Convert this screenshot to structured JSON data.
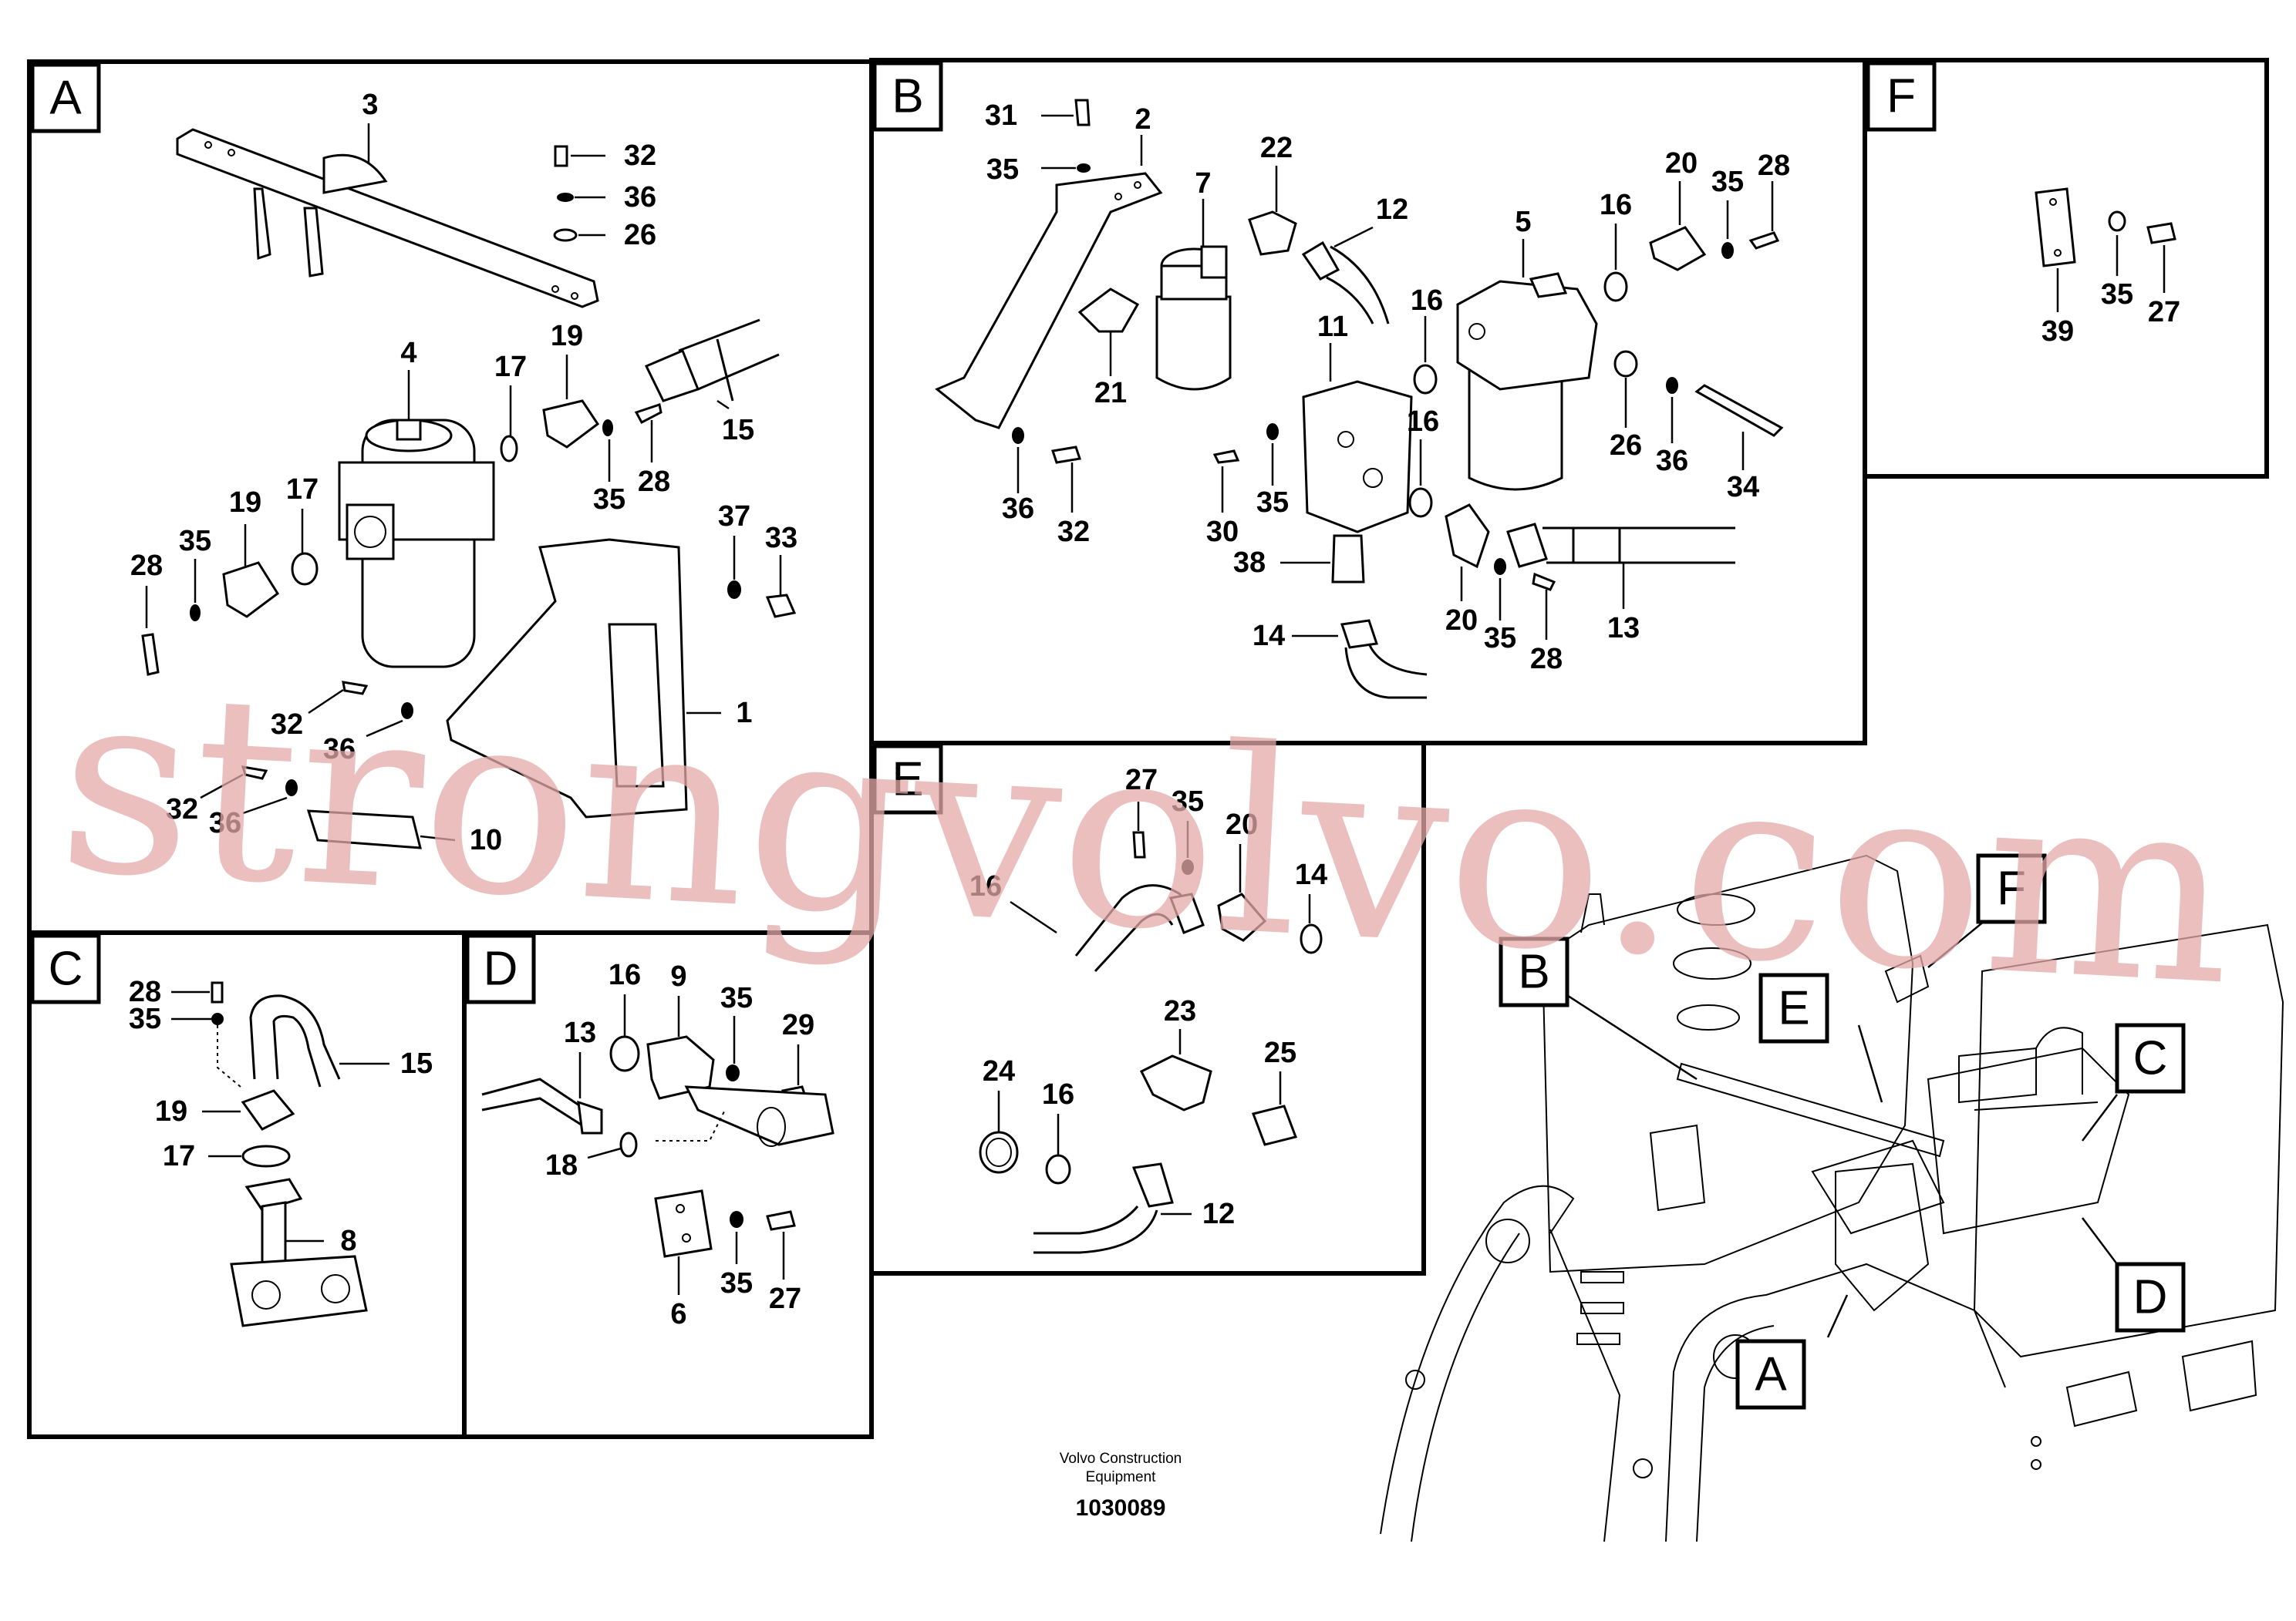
{
  "panels": {
    "A": {
      "label": "A",
      "numbers": [
        "3",
        "32",
        "36",
        "26",
        "4",
        "17",
        "19",
        "15",
        "35",
        "28",
        "19",
        "17",
        "35",
        "28",
        "37",
        "33",
        "32",
        "36",
        "1",
        "32",
        "36",
        "10"
      ]
    },
    "B": {
      "label": "B",
      "numbers": [
        "31",
        "2",
        "35",
        "7",
        "22",
        "12",
        "5",
        "16",
        "20",
        "35",
        "28",
        "16",
        "21",
        "11",
        "26",
        "36",
        "34",
        "36",
        "32",
        "30",
        "35",
        "16",
        "38",
        "20",
        "35",
        "28",
        "13",
        "14"
      ]
    },
    "C": {
      "label": "C",
      "numbers": [
        "28",
        "35",
        "19",
        "15",
        "17",
        "8"
      ]
    },
    "D": {
      "label": "D",
      "numbers": [
        "16",
        "9",
        "35",
        "29",
        "13",
        "18",
        "6",
        "35",
        "27"
      ]
    },
    "E": {
      "label": "E",
      "numbers": [
        "27",
        "35",
        "20",
        "14",
        "16",
        "23",
        "25",
        "24",
        "16",
        "12"
      ]
    },
    "F": {
      "label": "F",
      "numbers": [
        "35",
        "27",
        "39"
      ]
    }
  },
  "overview": {
    "tags": [
      "F",
      "B",
      "E",
      "C",
      "D",
      "A"
    ]
  },
  "footer": {
    "company_line1": "Volvo Construction",
    "company_line2": "Equipment",
    "drawing_number": "1030089"
  },
  "watermark": "strongvolvo.com"
}
